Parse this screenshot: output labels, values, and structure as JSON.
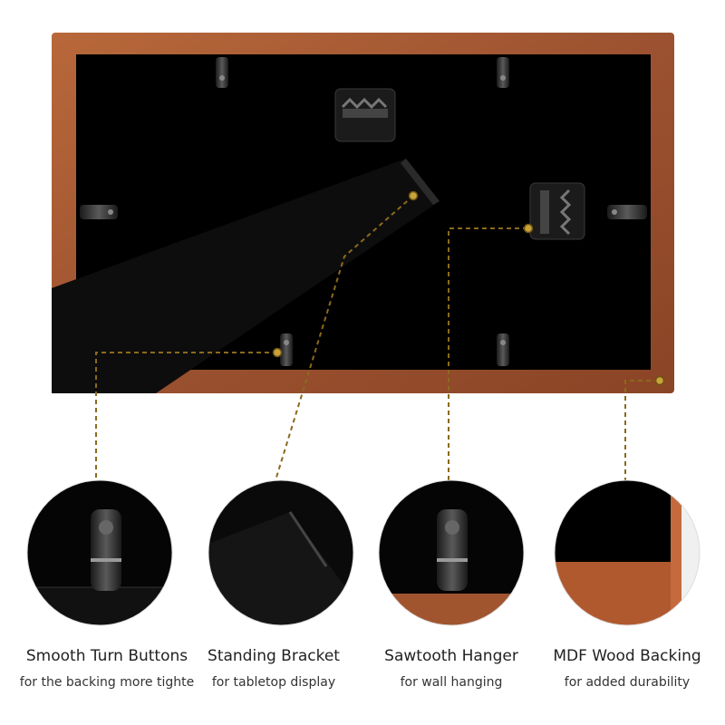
{
  "colors": {
    "wood": "#a0552f",
    "wood_dark": "#7a3e20",
    "backing": "#000000",
    "leader_line": "#8a6a1c",
    "dot": "#c9a23a"
  },
  "icons": [
    "turn-button-icon",
    "sawtooth-hanger-icon",
    "stand-bracket-icon"
  ],
  "features": [
    {
      "title": "Smooth Turn Buttons",
      "subtitle": "for the backing more tighte"
    },
    {
      "title": "Standing Bracket",
      "subtitle": "for tabletop display"
    },
    {
      "title": "Sawtooth Hanger",
      "subtitle": "for wall hanging"
    },
    {
      "title": "MDF Wood Backing",
      "subtitle": "for added durability"
    }
  ]
}
